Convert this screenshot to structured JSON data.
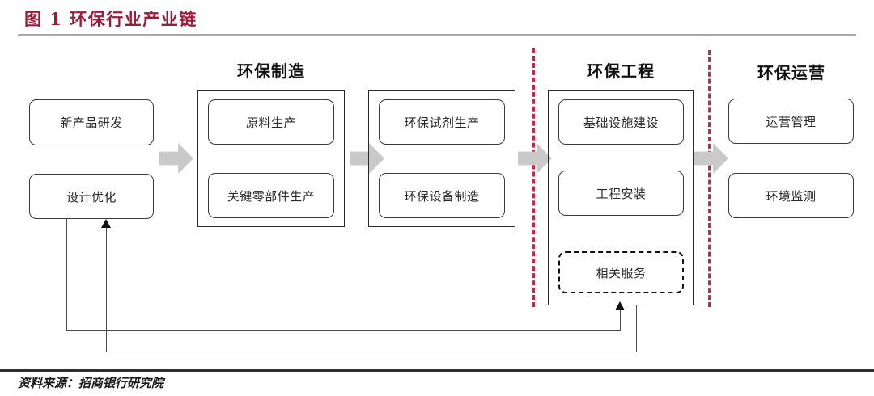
{
  "figure": {
    "title": "图 1  环保行业产业链",
    "source": "资料来源：招商银行研究院",
    "accent_color": "#9e1b38",
    "divider_color": "#bf2b45",
    "arrow_color": "#c9c9c9"
  },
  "stages": [
    {
      "id": "manufacturing",
      "label": "环保制造"
    },
    {
      "id": "engineering",
      "label": "环保工程"
    },
    {
      "id": "operation",
      "label": "环保运营"
    }
  ],
  "columns": {
    "rnd": {
      "nodes": [
        {
          "id": "new-product-rd",
          "label": "新产品研发",
          "style": "solid"
        },
        {
          "id": "design-optimization",
          "label": "设计优化",
          "style": "solid"
        }
      ]
    },
    "manufacturing_upstream": {
      "stage_label": "环保制造",
      "nodes": [
        {
          "id": "raw-material-production",
          "label": "原料生产",
          "style": "solid"
        },
        {
          "id": "key-component-production",
          "label": "关键零部件生产",
          "style": "solid"
        }
      ]
    },
    "manufacturing_downstream": {
      "stage_label": "",
      "nodes": [
        {
          "id": "eco-reagent-production",
          "label": "环保试剂生产",
          "style": "solid"
        },
        {
          "id": "eco-equipment-manufacturing",
          "label": "环保设备制造",
          "style": "solid"
        }
      ]
    },
    "engineering": {
      "stage_label": "环保工程",
      "nodes": [
        {
          "id": "infrastructure-construction",
          "label": "基础设施建设",
          "style": "solid"
        },
        {
          "id": "engineering-installation",
          "label": "工程安装",
          "style": "solid"
        },
        {
          "id": "related-services",
          "label": "相关服务",
          "style": "dashed"
        }
      ]
    },
    "operation": {
      "stage_label": "环保运营",
      "nodes": [
        {
          "id": "operation-management",
          "label": "运营管理",
          "style": "solid"
        },
        {
          "id": "environmental-monitoring",
          "label": "环境监测",
          "style": "solid"
        }
      ]
    }
  },
  "flow_arrows": [
    {
      "id": "arrow-rnd-to-manufacturing"
    },
    {
      "id": "arrow-upstream-to-downstream"
    },
    {
      "id": "arrow-downstream-to-engineering"
    },
    {
      "id": "arrow-engineering-to-operation"
    }
  ],
  "dividers": [
    {
      "id": "divider-manufacturing-engineering"
    },
    {
      "id": "divider-engineering-operation"
    }
  ],
  "feedback_loops": [
    {
      "id": "feedback-engineering-to-design-inner"
    },
    {
      "id": "feedback-engineering-to-design-outer"
    }
  ]
}
